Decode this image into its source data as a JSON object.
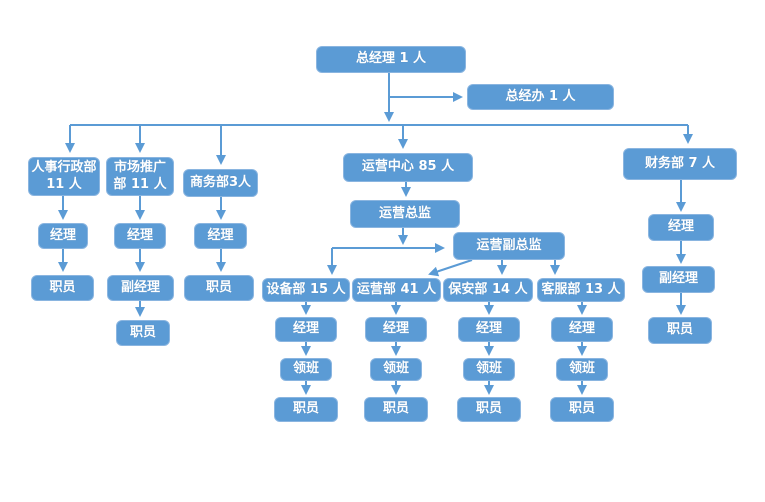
{
  "colors": {
    "node_fill": "#5b9bd5",
    "node_border": "#8ab5e0",
    "node_text": "#ffffff",
    "connector": "#5b9bd5",
    "background": "#ffffff"
  },
  "nodes": {
    "gm": "总经理 1 人",
    "gm_office": "总经办 1 人",
    "hr_dept": "人事行政部 11 人",
    "marketing_dept": "市场推广部 11 人",
    "business_dept": "商务部3人",
    "operations_center": "运营中心 85 人",
    "finance_dept": "财务部 7 人",
    "hr_manager": "经理",
    "marketing_manager": "经理",
    "business_manager": "经理",
    "hr_staff": "职员",
    "marketing_deputy_manager": "副经理",
    "business_staff": "职员",
    "marketing_staff": "职员",
    "operations_director": "运营总监",
    "operations_deputy_director": "运营副总监",
    "equipment_dept": "设备部 15 人",
    "operations_dept": "运营部 41 人",
    "security_dept": "保安部 14 人",
    "customer_service_dept": "客服部 13 人",
    "equipment_manager": "经理",
    "operations_manager": "经理",
    "security_manager": "经理",
    "customer_service_manager": "经理",
    "equipment_foreman": "领班",
    "operations_foreman": "领班",
    "security_foreman": "领班",
    "customer_service_foreman": "领班",
    "equipment_staff": "职员",
    "operations_staff": "职员",
    "security_staff": "职员",
    "customer_service_staff": "职员",
    "finance_manager": "经理",
    "finance_deputy_manager": "副经理",
    "finance_staff": "职员"
  },
  "edges": [
    [
      "gm",
      "gm_office"
    ],
    [
      "gm",
      "hr_dept"
    ],
    [
      "gm",
      "marketing_dept"
    ],
    [
      "gm",
      "business_dept"
    ],
    [
      "gm",
      "operations_center"
    ],
    [
      "gm",
      "finance_dept"
    ],
    [
      "hr_dept",
      "hr_manager"
    ],
    [
      "hr_manager",
      "hr_staff"
    ],
    [
      "marketing_dept",
      "marketing_manager"
    ],
    [
      "marketing_manager",
      "marketing_deputy_manager"
    ],
    [
      "marketing_deputy_manager",
      "marketing_staff"
    ],
    [
      "business_dept",
      "business_manager"
    ],
    [
      "business_manager",
      "business_staff"
    ],
    [
      "operations_center",
      "operations_director"
    ],
    [
      "operations_director",
      "operations_deputy_director"
    ],
    [
      "operations_director",
      "equipment_dept"
    ],
    [
      "operations_deputy_director",
      "operations_dept"
    ],
    [
      "operations_deputy_director",
      "security_dept"
    ],
    [
      "operations_deputy_director",
      "customer_service_dept"
    ],
    [
      "equipment_dept",
      "equipment_manager"
    ],
    [
      "equipment_manager",
      "equipment_foreman"
    ],
    [
      "equipment_foreman",
      "equipment_staff"
    ],
    [
      "operations_dept",
      "operations_manager"
    ],
    [
      "operations_manager",
      "operations_foreman"
    ],
    [
      "operations_foreman",
      "operations_staff"
    ],
    [
      "security_dept",
      "security_manager"
    ],
    [
      "security_manager",
      "security_foreman"
    ],
    [
      "security_foreman",
      "security_staff"
    ],
    [
      "customer_service_dept",
      "customer_service_manager"
    ],
    [
      "customer_service_manager",
      "customer_service_foreman"
    ],
    [
      "customer_service_foreman",
      "customer_service_staff"
    ],
    [
      "finance_dept",
      "finance_manager"
    ],
    [
      "finance_manager",
      "finance_deputy_manager"
    ],
    [
      "finance_deputy_manager",
      "finance_staff"
    ]
  ]
}
